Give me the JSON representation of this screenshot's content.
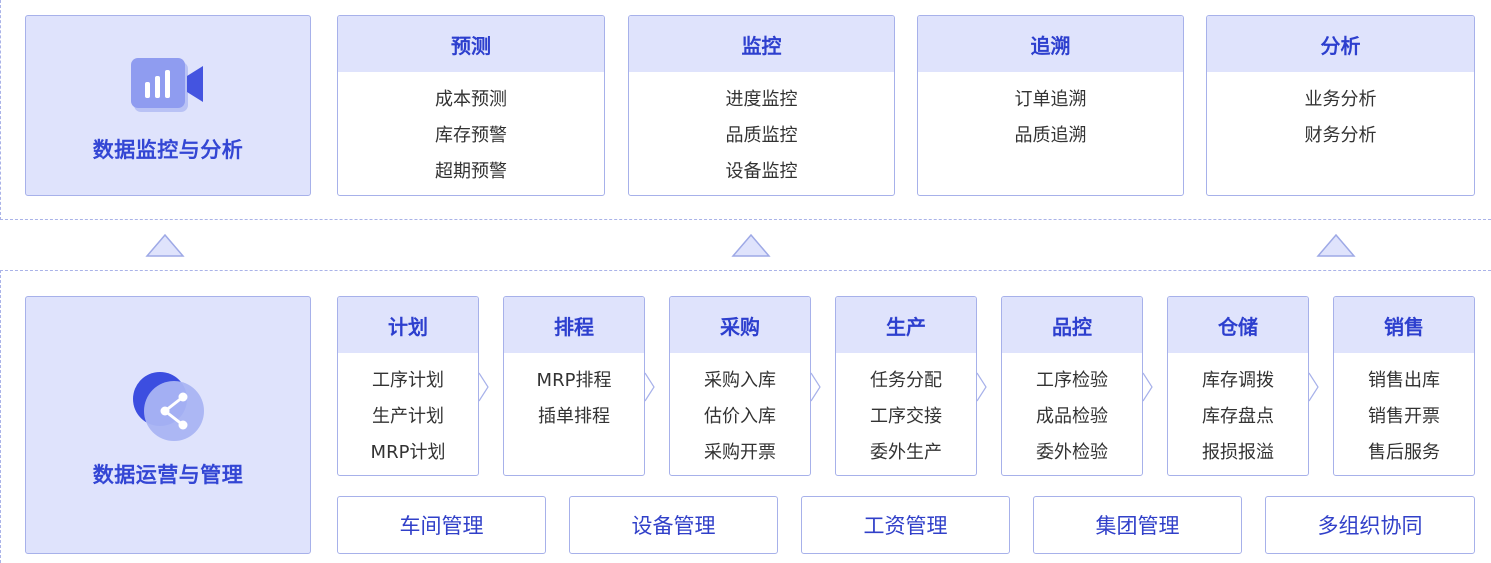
{
  "top_section": {
    "title": "数据监控与分析",
    "icon": "video-chart-icon",
    "cards": [
      {
        "title": "预测",
        "items": [
          "成本预测",
          "库存预警",
          "超期预警"
        ]
      },
      {
        "title": "监控",
        "items": [
          "进度监控",
          "品质监控",
          "设备监控"
        ]
      },
      {
        "title": "追溯",
        "items": [
          "订单追溯",
          "品质追溯"
        ]
      },
      {
        "title": "分析",
        "items": [
          "业务分析",
          "财务分析"
        ]
      }
    ]
  },
  "bottom_section": {
    "title": "数据运营与管理",
    "icon": "share-network-icon",
    "cards": [
      {
        "title": "计划",
        "items": [
          "工序计划",
          "生产计划",
          "MRP计划"
        ]
      },
      {
        "title": "排程",
        "items": [
          "MRP排程",
          "插单排程"
        ]
      },
      {
        "title": "采购",
        "items": [
          "采购入库",
          "估价入库",
          "采购开票"
        ]
      },
      {
        "title": "生产",
        "items": [
          "任务分配",
          "工序交接",
          "委外生产"
        ]
      },
      {
        "title": "品控",
        "items": [
          "工序检验",
          "成品检验",
          "委外检验"
        ]
      },
      {
        "title": "仓储",
        "items": [
          "库存调拨",
          "库存盘点",
          "报损报溢"
        ]
      },
      {
        "title": "销售",
        "items": [
          "销售出库",
          "销售开票",
          "售后服务"
        ]
      }
    ],
    "management": [
      "车间管理",
      "设备管理",
      "工资管理",
      "集团管理",
      "多组织协同"
    ]
  },
  "colors": {
    "accent": "#3346d4",
    "box_fill": "#dfe3fc",
    "border": "#a7b1ea"
  }
}
